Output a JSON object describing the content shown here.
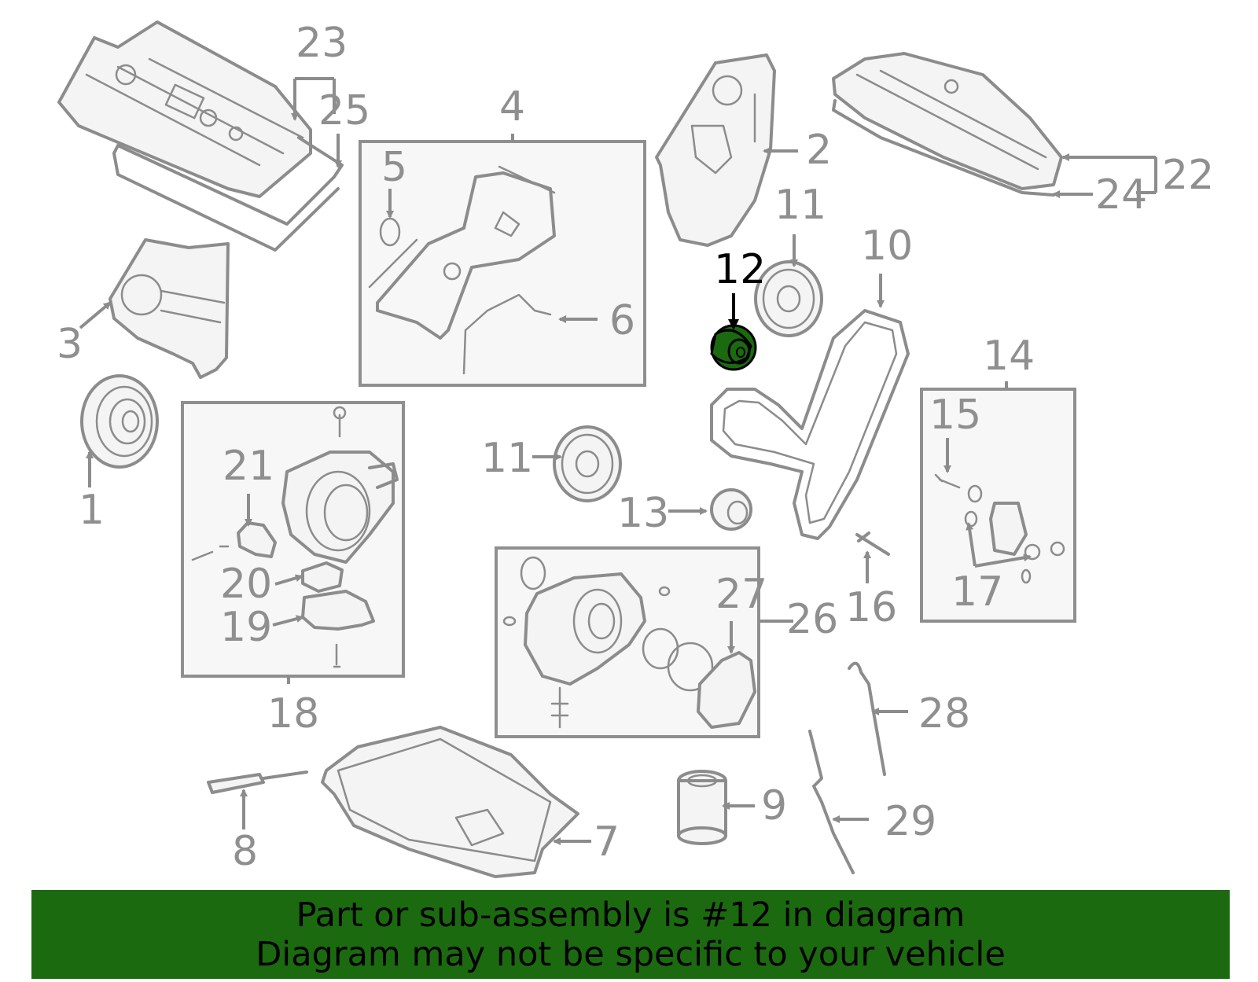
{
  "highlight": {
    "part_number": "12",
    "color": "#1b6a0f"
  },
  "callouts": [
    "1",
    "2",
    "3",
    "4",
    "5",
    "6",
    "7",
    "8",
    "9",
    "10",
    "11",
    "11",
    "12",
    "13",
    "14",
    "15",
    "16",
    "17",
    "18",
    "19",
    "20",
    "21",
    "22",
    "23",
    "24",
    "25",
    "26",
    "27",
    "28",
    "29"
  ],
  "banner": {
    "line1": "Part or sub-assembly is #12 in diagram",
    "line2": "Diagram may not be specific to your vehicle"
  },
  "colors": {
    "line": "#8c8c8c",
    "box_fill": "#f7f7f7",
    "banner": "#1b6a0f",
    "highlight_text": "#000000"
  }
}
